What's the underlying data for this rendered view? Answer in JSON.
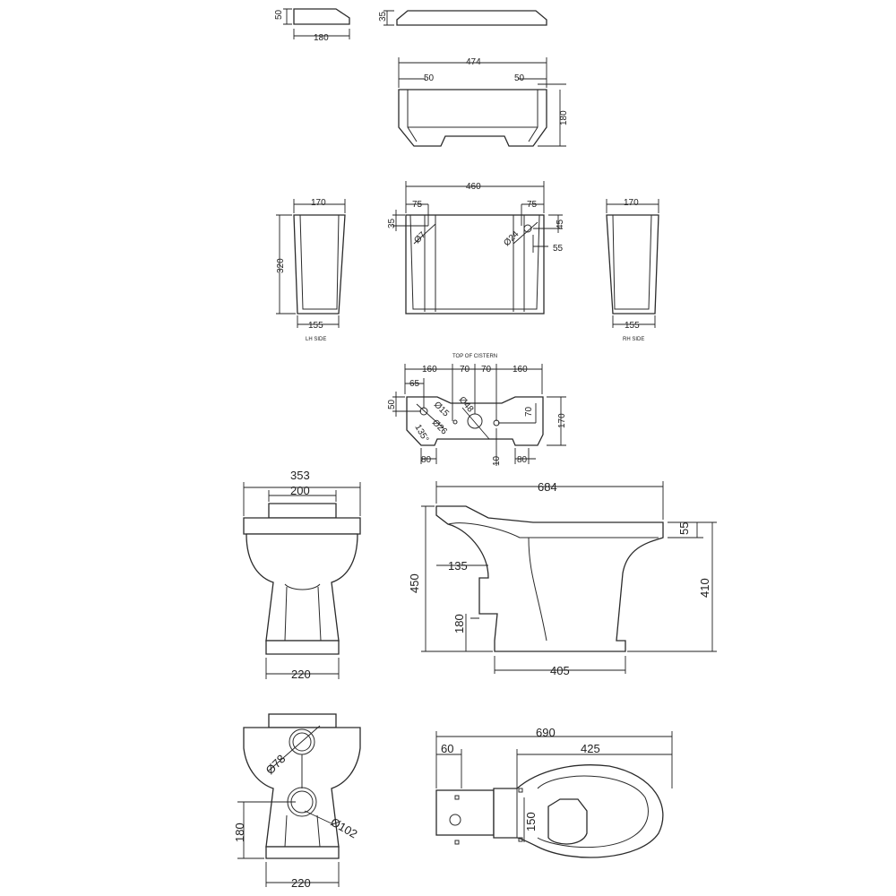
{
  "cistern_lid": {
    "side_height": "50",
    "side_depth": "180",
    "front_height": "35",
    "width": "474",
    "chamfer_left": "50",
    "chamfer_right": "50",
    "depth": "180"
  },
  "cistern_front": {
    "width": "460",
    "offset_left": "75",
    "offset_right": "75",
    "hole_left_height": "35",
    "hole_left_dia": "Ø7",
    "hole_right_dia": "Ø24",
    "hole_right_height": "45",
    "hole_right_offset": "55"
  },
  "lh_side": {
    "top": "170",
    "height": "320",
    "bottom": "155",
    "label": "LH SIDE"
  },
  "rh_side": {
    "top": "170",
    "bottom": "155",
    "label": "RH SIDE"
  },
  "cistern_top": {
    "title": "TOP OF CISTERN",
    "d1": "160",
    "d2": "70",
    "d3": "70",
    "d4": "160",
    "d5": "65",
    "d6": "50",
    "dia15": "Ø15",
    "dia26": "Ø26",
    "dia48": "Ø48",
    "angle": "135°",
    "d7": "70",
    "depth": "170",
    "d8": "80",
    "d9": "10",
    "d10": "80"
  },
  "pan_front": {
    "top_width": "353",
    "seat_width": "200",
    "base_width": "220"
  },
  "pan_side": {
    "length": "684",
    "rim": "55",
    "height_total": "450",
    "height_rim": "410",
    "outlet_offset": "135",
    "outlet_height": "180",
    "base_length": "405"
  },
  "pan_rear": {
    "dia_inlet": "Ø78",
    "dia_outlet": "Ø102",
    "outlet_height": "180",
    "base_width": "220"
  },
  "pan_plan": {
    "length": "690",
    "cistern_depth": "60",
    "bowl_length": "425",
    "fixing_spacing": "150"
  }
}
